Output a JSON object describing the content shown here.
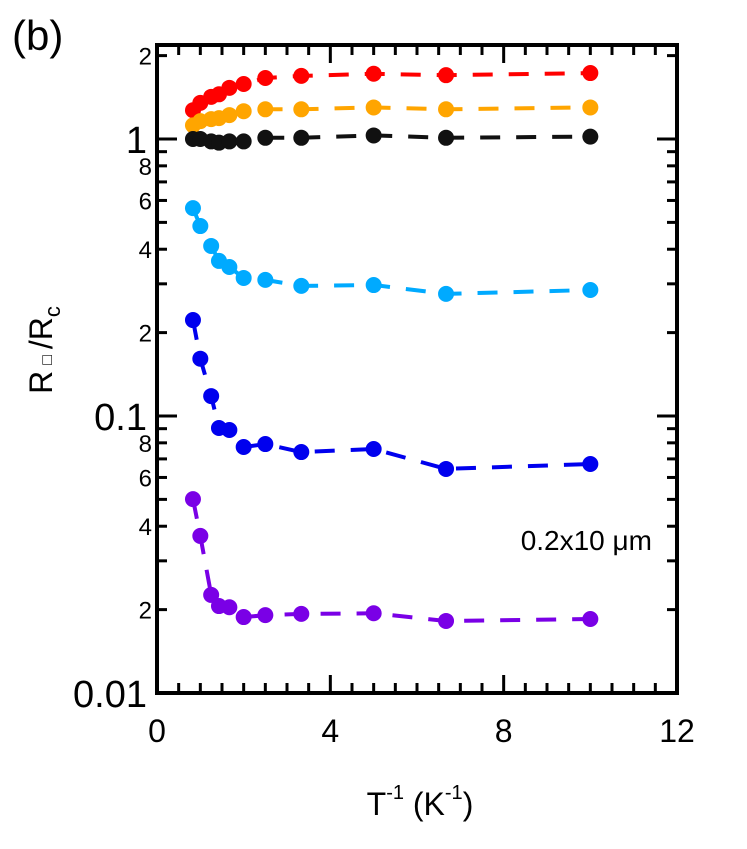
{
  "panel_label": "(b)",
  "annotation": "0.2x10 μm",
  "axes": {
    "xlabel_main": "T",
    "xlabel_sup1": "-1",
    "xlabel_unit_open": " (K",
    "xlabel_sup2": "-1",
    "xlabel_unit_close": ")",
    "ylabel_main": "R",
    "ylabel_square": "□",
    "ylabel_slash": "/R",
    "ylabel_sub": "c",
    "x_ticks": [
      {
        "value": 0,
        "label": "0"
      },
      {
        "value": 4,
        "label": "4"
      },
      {
        "value": 8,
        "label": "8"
      },
      {
        "value": 12,
        "label": "12"
      }
    ],
    "y_major_ticks": [
      {
        "value": 1,
        "label": "1"
      },
      {
        "value": 0.1,
        "label": "0.1"
      },
      {
        "value": 0.01,
        "label": "0.01"
      }
    ],
    "y_minor_labels": [
      {
        "value": 2,
        "label": "2"
      },
      {
        "value": 0.8,
        "label": "8"
      },
      {
        "value": 0.6,
        "label": "6"
      },
      {
        "value": 0.4,
        "label": "4"
      },
      {
        "value": 0.2,
        "label": "2"
      },
      {
        "value": 0.08,
        "label": "8"
      },
      {
        "value": 0.06,
        "label": "6"
      },
      {
        "value": 0.04,
        "label": "4"
      },
      {
        "value": 0.02,
        "label": "2"
      }
    ]
  },
  "chart_data": {
    "type": "line",
    "title": "",
    "panel": "(b)",
    "xlabel": "T^-1 (K^-1)",
    "ylabel": "R□/Rc",
    "xlim": [
      0,
      12
    ],
    "ylim": [
      0.01,
      2.2
    ],
    "yscale": "log",
    "grid": false,
    "legend": null,
    "annotations": [
      "0.2x10 μm"
    ],
    "line_style": "dashed with circle markers",
    "x": [
      0.83,
      1.0,
      1.25,
      1.43,
      1.67,
      2.0,
      2.5,
      3.33,
      5.0,
      6.67,
      10.0
    ],
    "series": [
      {
        "name": "red",
        "color": "#ff0000",
        "values": [
          1.27,
          1.35,
          1.42,
          1.45,
          1.53,
          1.58,
          1.66,
          1.69,
          1.72,
          1.7,
          1.73
        ]
      },
      {
        "name": "orange",
        "color": "#ffa500",
        "values": [
          1.12,
          1.16,
          1.18,
          1.19,
          1.22,
          1.26,
          1.28,
          1.28,
          1.3,
          1.28,
          1.3
        ]
      },
      {
        "name": "black",
        "color": "#111111",
        "values": [
          1.0,
          1.0,
          0.98,
          0.97,
          0.98,
          0.98,
          1.01,
          1.01,
          1.03,
          1.01,
          1.02
        ]
      },
      {
        "name": "light-blue",
        "color": "#00aaff",
        "values": [
          0.563,
          0.485,
          0.411,
          0.363,
          0.345,
          0.315,
          0.31,
          0.295,
          0.297,
          0.276,
          0.285
        ]
      },
      {
        "name": "blue",
        "color": "#0000ee",
        "values": [
          0.222,
          0.161,
          0.118,
          0.0905,
          0.089,
          0.0773,
          0.0792,
          0.0741,
          0.076,
          0.0644,
          0.0671
        ]
      },
      {
        "name": "purple",
        "color": "#7a00e6",
        "values": [
          0.0501,
          0.0369,
          0.0226,
          0.0206,
          0.0204,
          0.0188,
          0.0191,
          0.0193,
          0.0194,
          0.0182,
          0.0185
        ]
      }
    ]
  }
}
